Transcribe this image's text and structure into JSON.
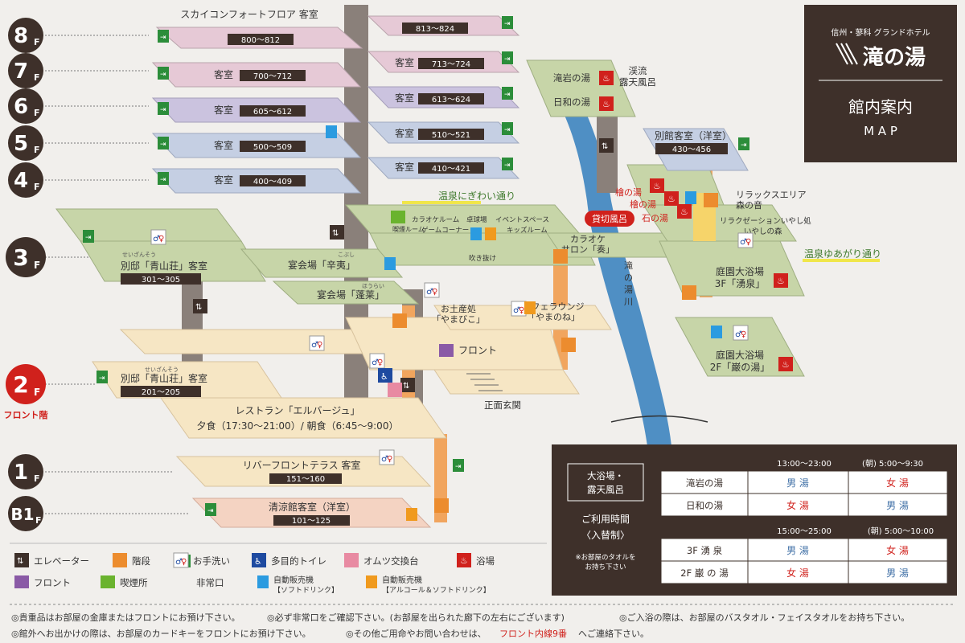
{
  "header": {
    "hotel_sub": "信州・蓼科 グランドホテル",
    "hotel_name": "滝の湯",
    "title": "館内案内",
    "subtitle": "M A P"
  },
  "floors": [
    {
      "id": "8f",
      "num": "8",
      "suffix": "F"
    },
    {
      "id": "7f",
      "num": "7",
      "suffix": "F"
    },
    {
      "id": "6f",
      "num": "6",
      "suffix": "F"
    },
    {
      "id": "5f",
      "num": "5",
      "suffix": "F"
    },
    {
      "id": "4f",
      "num": "4",
      "suffix": "F"
    },
    {
      "id": "3f",
      "num": "3",
      "suffix": "F"
    },
    {
      "id": "2f",
      "num": "2",
      "suffix": "F"
    },
    {
      "id": "1f",
      "num": "1",
      "suffix": "F"
    },
    {
      "id": "b1f",
      "num": "B1",
      "suffix": "F"
    }
  ],
  "front_floor": "フロント階",
  "rooms": {
    "sky_comfort": "スカイコンフォートフロア 客室",
    "r800": "800～812",
    "r813": "813～824",
    "r700": "700～712",
    "r713": "713～724",
    "r605": "605～612",
    "r613": "613～624",
    "r500": "500～509",
    "r510": "510～521",
    "r400": "400～409",
    "r410": "410～421",
    "kyakushitsu": "客室",
    "bettei_3f": "別邸「青山荘」客室",
    "bettei_3f_rooms": "301～305",
    "bettei_2f": "別邸「青山荘」客室",
    "bettei_2f_rooms": "201～205",
    "seizanso_ruby": "せいざんそう",
    "bekkan": "別館客室（洋室）",
    "bekkan_rooms": "430～456",
    "riverfront": "リバーフロントテラス 客室",
    "riverfront_rooms": "151～160",
    "seiryokan": "清涼館客室（洋室）",
    "seiryokan_rooms": "101～125"
  },
  "places": {
    "onsen_nigiwai": "温泉にぎわい通り",
    "karaoke_room": "カラオケルーム",
    "takkyu": "卓球場",
    "event_space": "イベントスペース",
    "smoking_room": "喫煙ルーム",
    "game_corner": "ゲームコーナー",
    "kids_room": "キッズルーム",
    "fukinuke": "吹き抜け",
    "karaoke_salon": "カラオケ",
    "karaoke_salon2": "サロン「奏」",
    "enkai_kobushi": "宴会場「辛夷」",
    "kobushi_ruby": "こぶし",
    "enkai_horai": "宴会場「蓬莱」",
    "horai_ruby": "ほうらい",
    "omiyage": "お土産処",
    "omiyage2": "「やまびこ」",
    "cafe": "カフェラウンジ",
    "cafe2": "「やまのね」",
    "front": "フロント",
    "entrance": "正面玄関",
    "restaurant": "レストラン「エルバージュ」",
    "restaurant_hours": "夕食（17:30～21:00）/ 朝食（6:45～9:00）",
    "takiiwa": "滝岩の湯",
    "hiyori": "日和の湯",
    "keiryu": "渓流",
    "roten": "露天風呂",
    "hinoki": "檜の湯",
    "hinoki2": "檜の湯",
    "ishi": "石の湯",
    "kashikiri": "貸切風呂",
    "relax_area": "リラックスエリア",
    "mori_no_oto": "森の音",
    "relaxation": "リラクゼーションいやし処",
    "iyashi_mori": "いやしの森",
    "yuagari": "温泉ゆあがり通り",
    "river": "滝の湯川",
    "teien_3f": "庭園大浴場",
    "teien_3f_name": "3F「湧泉」",
    "teien_2f": "庭園大浴場",
    "teien_2f_name": "2F「巌の湯」"
  },
  "schedule": {
    "title1": "大浴場・",
    "title2": "露天風呂",
    "usage1": "ご利用時間",
    "usage2": "〈入替制〉",
    "note1": "※お部屋のタオルを",
    "note2": "お持ち下さい",
    "t1_h1": "13:00～23:00",
    "t1_h2": "(朝) 5:00～9:30",
    "t1_rows": [
      {
        "name": "滝岩の湯",
        "a": "男 湯",
        "b": "女 湯"
      },
      {
        "name": "日和の湯",
        "a": "女 湯",
        "b": "男 湯"
      }
    ],
    "t2_h1": "15:00～25:00",
    "t2_h2": "(朝) 5:00～10:00",
    "t2_rows": [
      {
        "name": "3F 湧 泉",
        "a": "男 湯",
        "b": "女 湯"
      },
      {
        "name": "2F 巌 の 湯",
        "a": "女 湯",
        "b": "男 湯"
      }
    ]
  },
  "legend": [
    {
      "icon": "elevator-icon",
      "label": "エレベーター"
    },
    {
      "icon": "stairs-icon",
      "label": "階段"
    },
    {
      "icon": "restroom-icon",
      "label": "お手洗い"
    },
    {
      "icon": "accessible-toilet-icon",
      "label": "多目的トイレ"
    },
    {
      "icon": "diaper-change-icon",
      "label": "オムツ交換台"
    },
    {
      "icon": "bath-icon",
      "label": "浴場"
    },
    {
      "icon": "front-desk-icon",
      "label": "フロント"
    },
    {
      "icon": "smoking-icon",
      "label": "喫煙所"
    },
    {
      "icon": "emergency-exit-icon",
      "label": "非常口"
    },
    {
      "icon": "vending-soft-icon",
      "label": "自動販売機",
      "sub": "【ソフトドリンク】"
    },
    {
      "icon": "vending-alcohol-icon",
      "label": "自動販売機",
      "sub": "【アルコール＆ソフトドリンク】"
    }
  ],
  "notes": {
    "n1": "◎貴重品はお部屋の金庫またはフロントにお預け下さい。",
    "n2": "◎必ず非常口をご確認下さい。(お部屋を出られた廊下の左右にございます)",
    "n3": "◎ご入浴の際は、お部屋のバスタオル・フェイスタオルをお持ち下さい。",
    "n4": "◎館外へお出かけの際は、お部屋のカードキーをフロントにお預け下さい。",
    "n5a": "◎その他ご用命やお問い合わせは、",
    "n5b": "フロント内線9番",
    "n5c": "へご連絡下さい。"
  },
  "colors": {
    "pink_floor": "#e6c9d6",
    "purple_floor": "#cbc3df",
    "blue_floor": "#c5cfe3",
    "green_floor": "#c7d5a8",
    "cream_floor": "#f6e6c4",
    "peach_floor": "#f4d3c2",
    "dark_brown": "#3e302a",
    "red": "#d0211c",
    "orange": "#ec8c2e",
    "river": "#4f8fc4"
  }
}
